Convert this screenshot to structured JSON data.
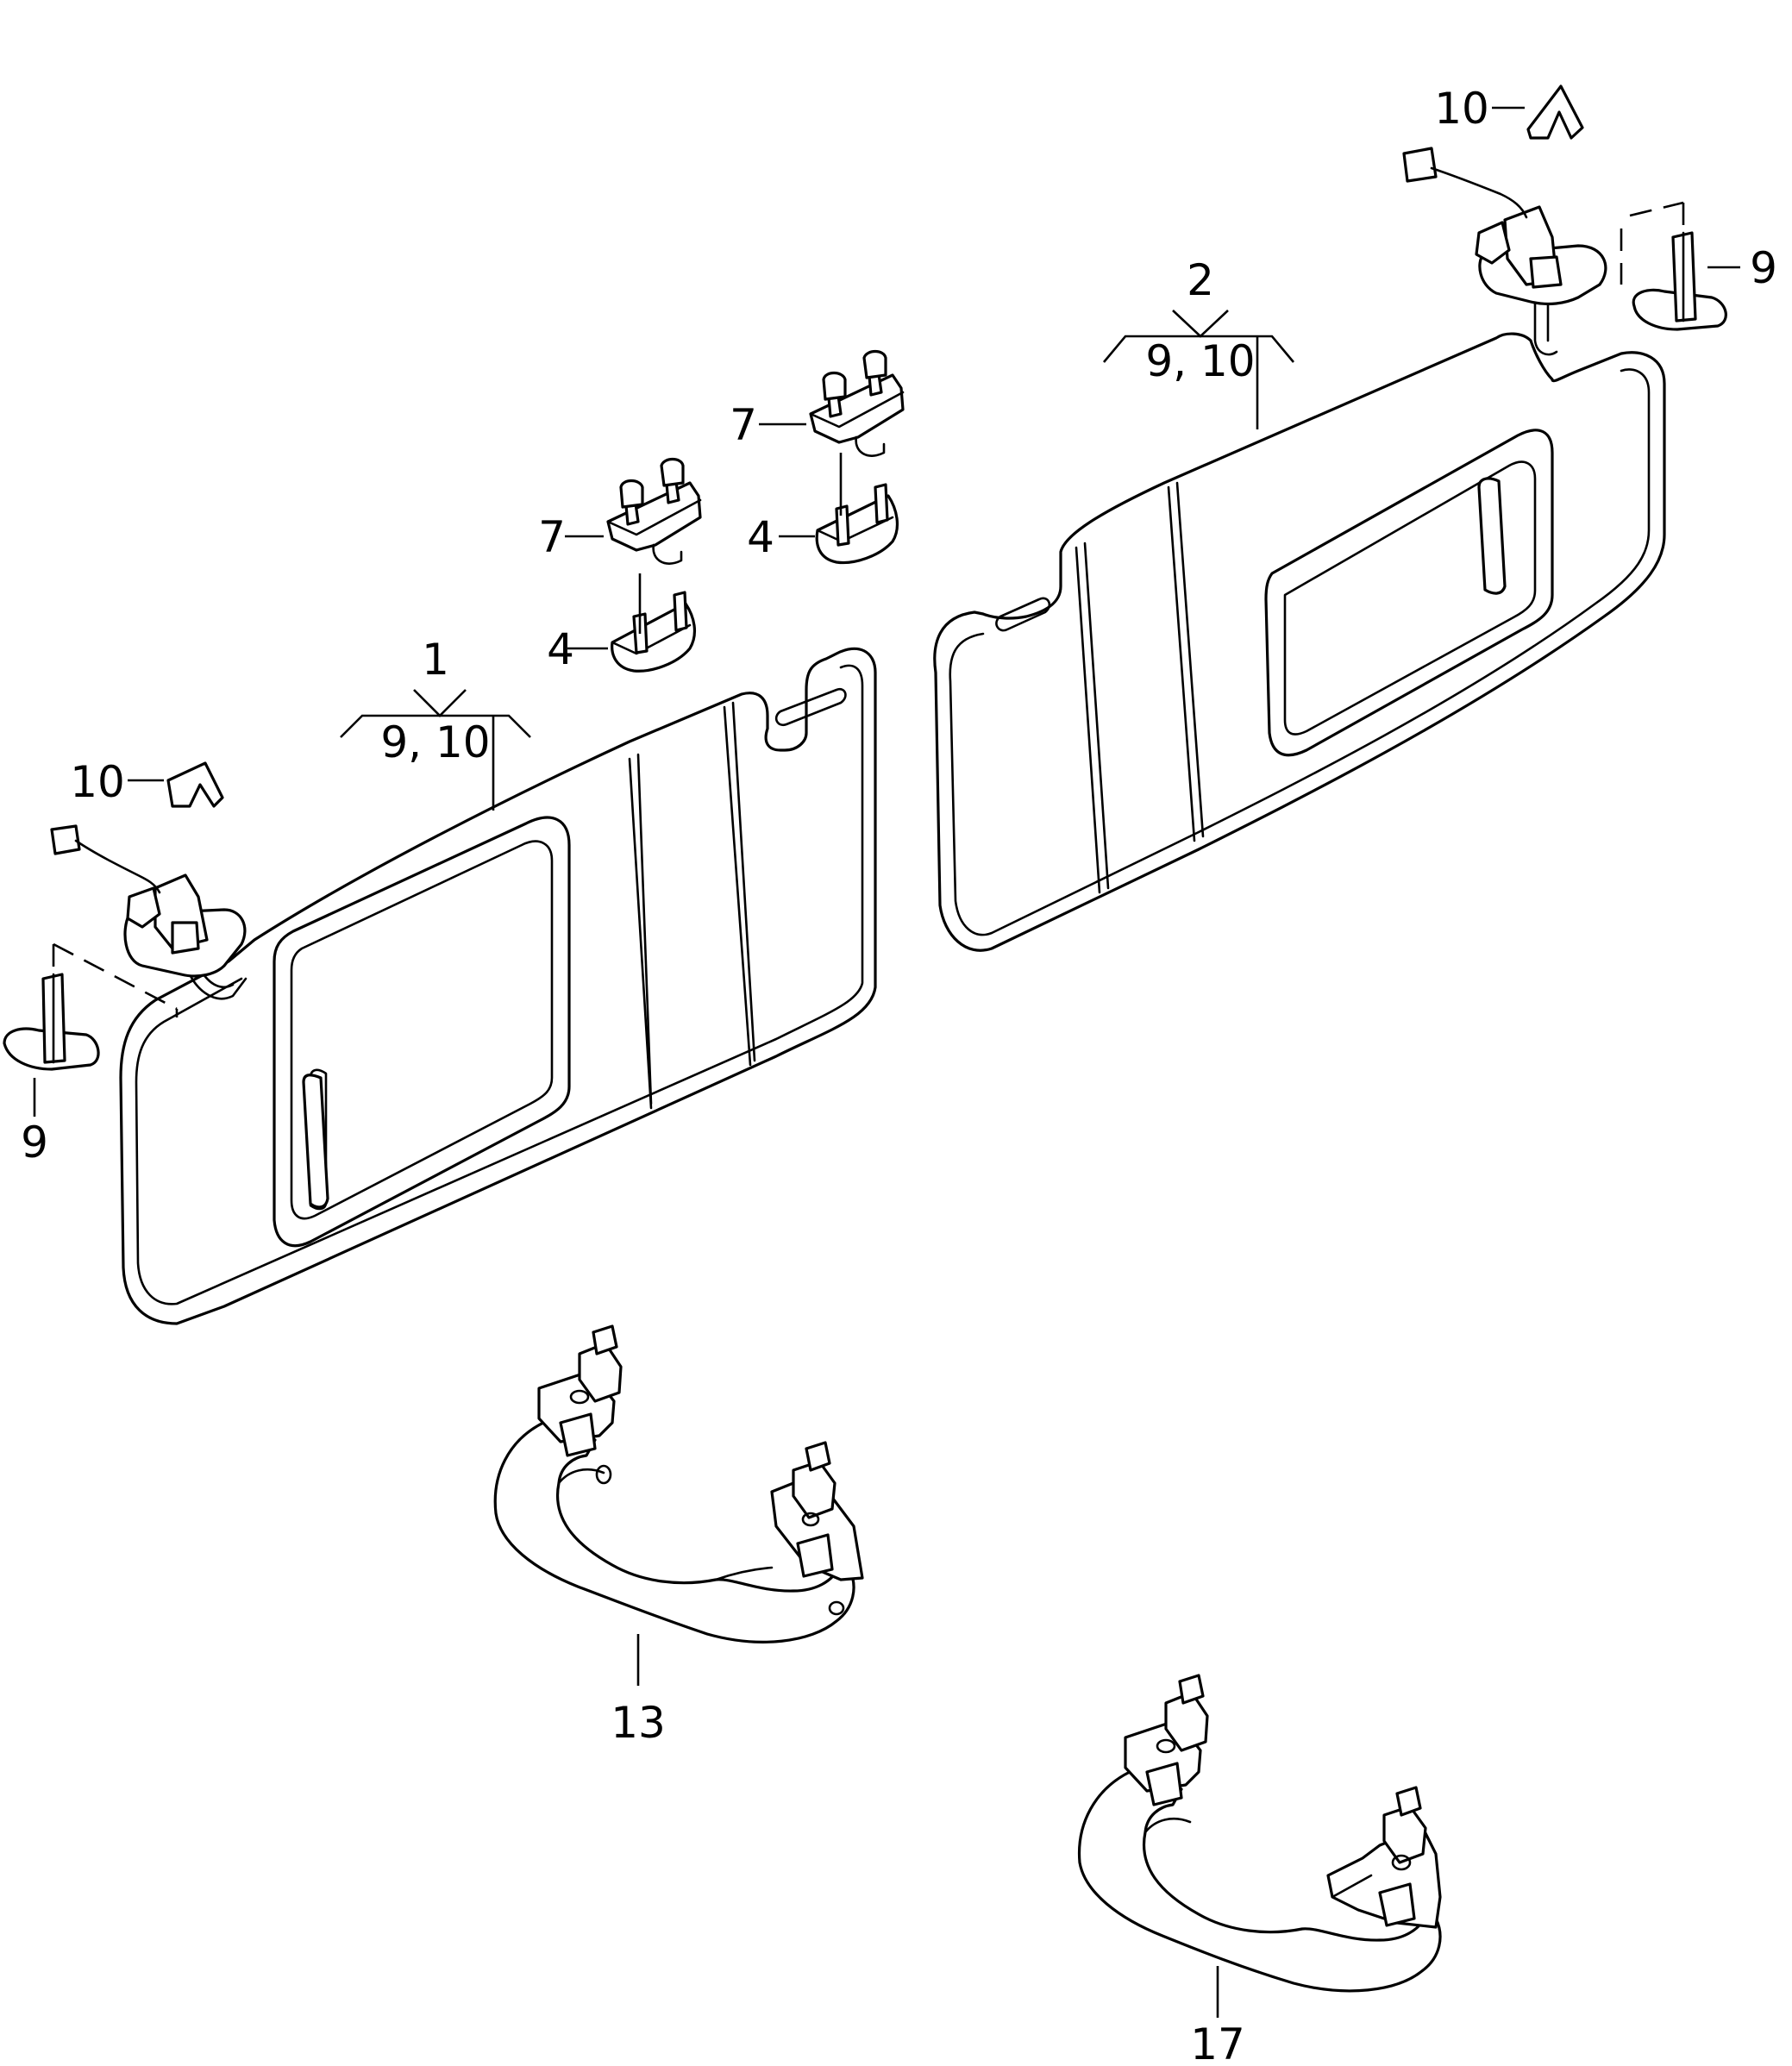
{
  "callouts": {
    "c1": "1",
    "c1_sub": "9, 10",
    "c2": "2",
    "c2_sub": "9, 10",
    "c4a": "4",
    "c4b": "4",
    "c7a": "7",
    "c7b": "7",
    "c9a": "9",
    "c9b": "9",
    "c10a": "10",
    "c10b": "10",
    "c13": "13",
    "c17": "17"
  }
}
